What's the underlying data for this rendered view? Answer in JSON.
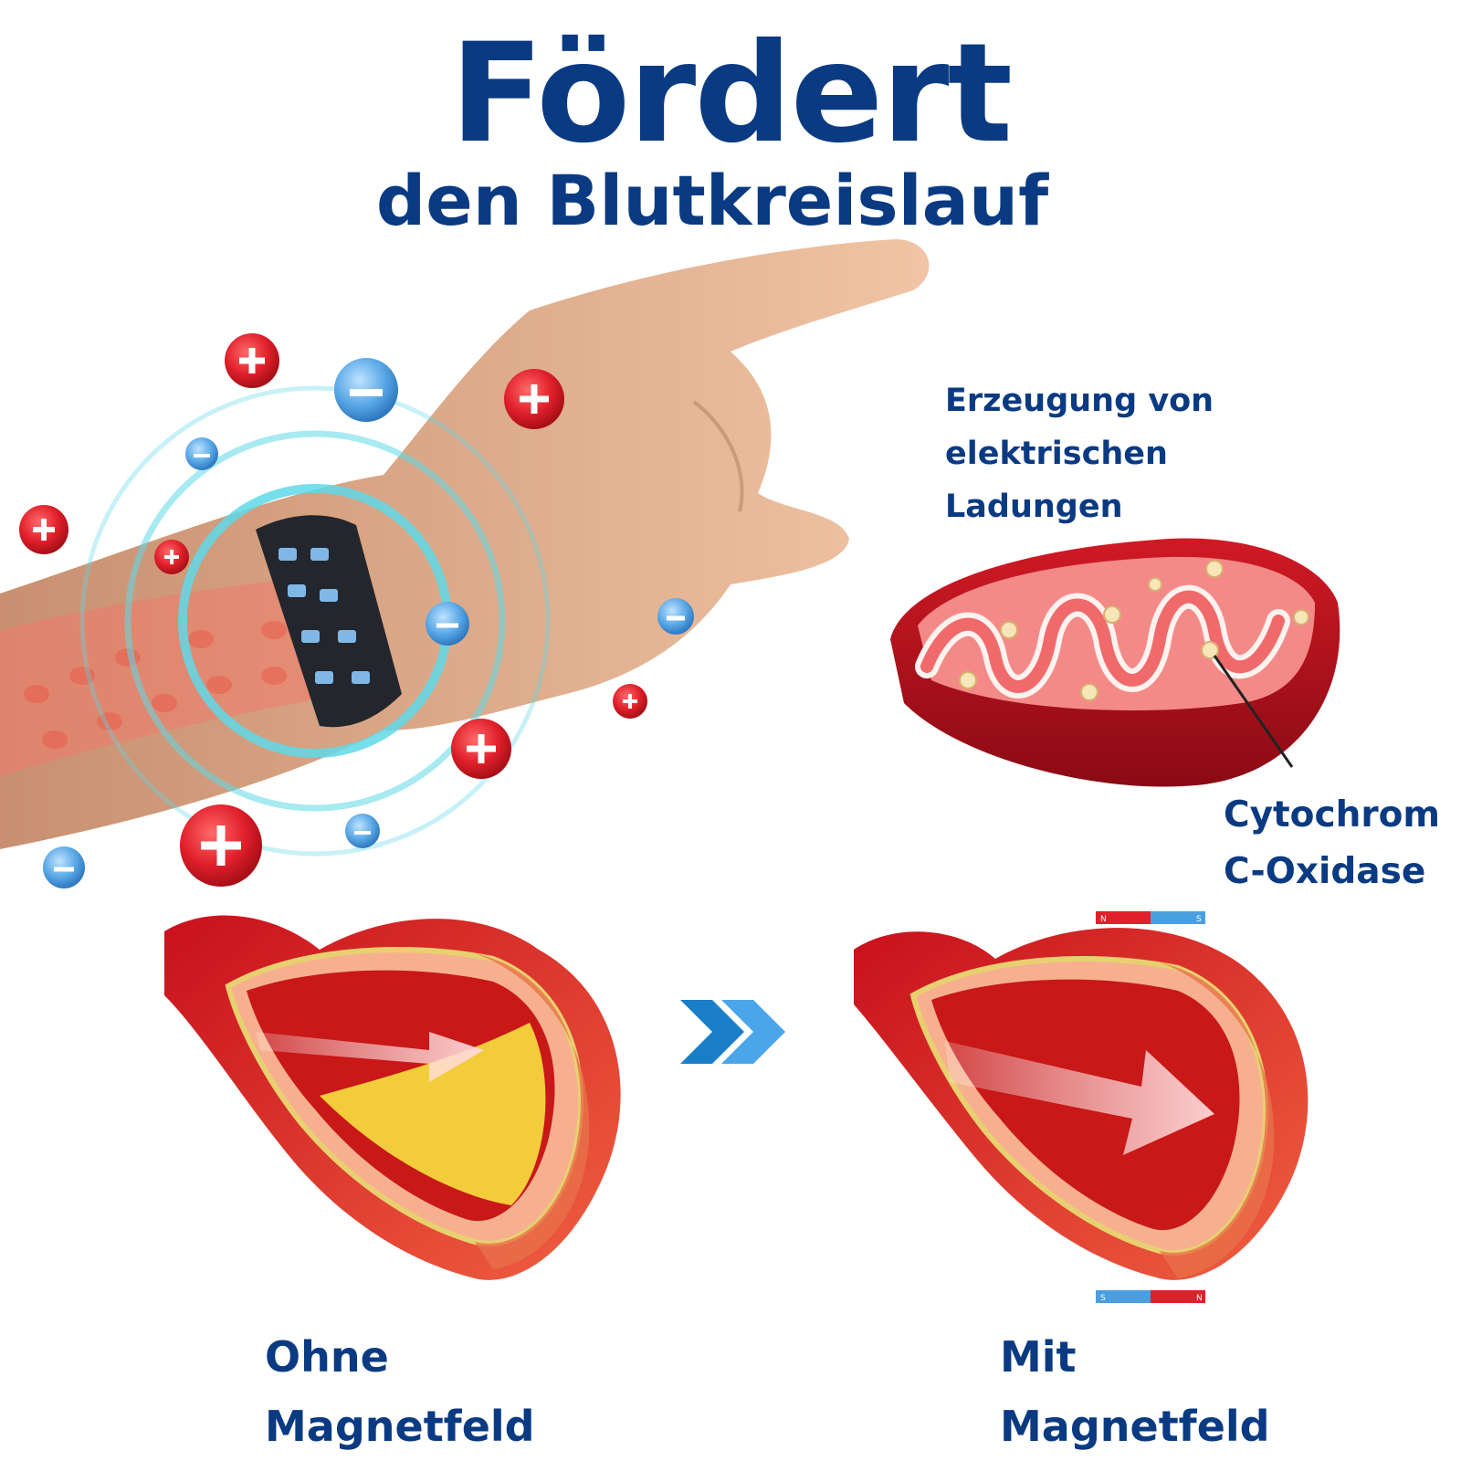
{
  "headline": {
    "title": "Fördert",
    "subtitle": "den Blutkreislauf"
  },
  "mitochondrion": {
    "charge_label_lines": [
      "Erzeugung von",
      "elektrischen",
      "Ladungen"
    ],
    "enzyme_label_lines": [
      "Cytochrom",
      "C-Oxidase"
    ]
  },
  "comparison": {
    "without_lines": [
      "Ohne",
      "Magnetfeld"
    ],
    "with_lines": [
      "Mit",
      "Magnetfeld"
    ],
    "magnet_pole_north": "N",
    "magnet_pole_south": "S"
  },
  "icons": {
    "positive_ion": "plus-ion-icon",
    "negative_ion": "minus-ion-icon",
    "arrow": "double-chevron-right-icon"
  },
  "colors": {
    "heading": "#0a3a82",
    "positive_ion": "#e0202a",
    "negative_ion": "#4a9fe0",
    "field_rings": "#5fd8e8",
    "vessel": "#d8302a",
    "plaque": "#f2cc3a",
    "chevron": "#1a7fc8"
  }
}
